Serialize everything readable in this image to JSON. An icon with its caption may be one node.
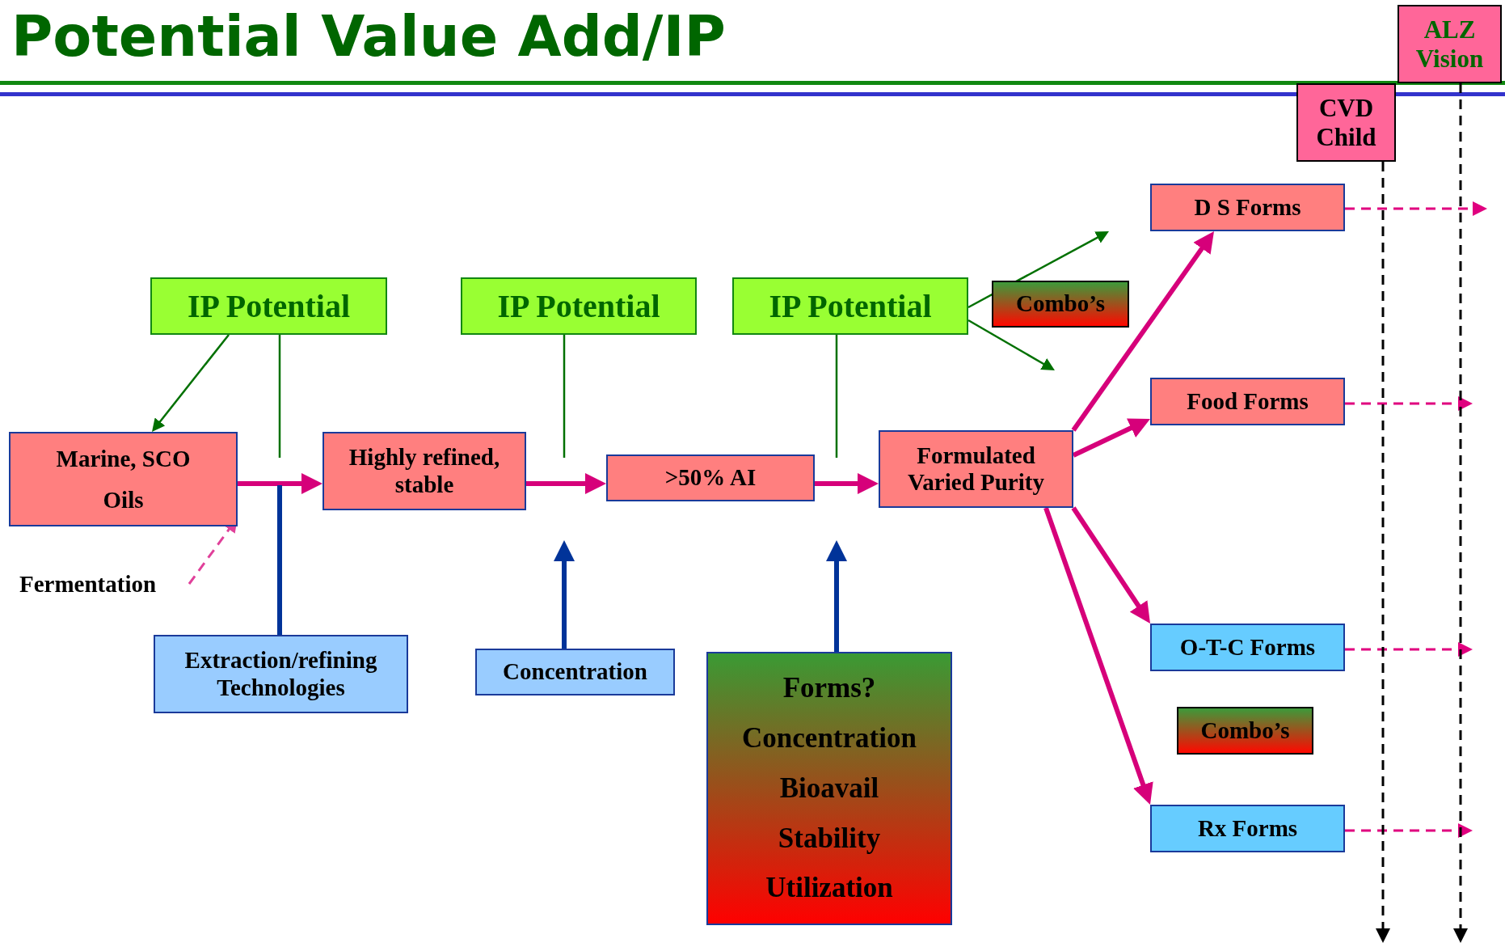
{
  "diagram": {
    "title": "Potential Value Add/IP",
    "nodes": [
      {
        "text": [
          "IP Potential"
        ]
      },
      {
        "text": [
          "IP Potential"
        ]
      },
      {
        "text": [
          "IP Potential"
        ]
      },
      {
        "text": [
          "Combo’s"
        ]
      },
      {
        "text": [
          "Marine, SCO Oils"
        ]
      },
      {
        "text": [
          "Highly refined, stable"
        ]
      },
      {
        "text": [
          ">50% AI"
        ]
      },
      {
        "text": [
          "Formulated Varied Purity"
        ]
      },
      {
        "text": [
          "Fermentation"
        ]
      },
      {
        "text": [
          "Extraction/refining Technologies"
        ]
      },
      {
        "text": [
          "Concentration"
        ]
      },
      {
        "text": [
          "Forms?",
          "Concentration",
          "Bioavail",
          "Stability",
          "Utilization"
        ]
      },
      {
        "text": [
          "D S Forms"
        ]
      },
      {
        "text": [
          "Food Forms"
        ]
      },
      {
        "text": [
          "O-T-C Forms"
        ]
      },
      {
        "text": [
          "Combo’s"
        ]
      },
      {
        "text": [
          "Rx Forms"
        ]
      },
      {
        "text": [
          "CVD Child"
        ]
      },
      {
        "text": [
          "ALZ Vision"
        ]
      }
    ],
    "edges": [
      {
        "from": 0,
        "to": 4,
        "arrow": "to",
        "color": "#007000"
      },
      {
        "from": 0,
        "to": null,
        "arrow": "none",
        "color": "#007000"
      },
      {
        "from": 4,
        "to": 5,
        "arrow": "to",
        "style": "thick",
        "color": "#d6007a"
      },
      {
        "from": 9,
        "to": null,
        "arrow": "none",
        "style": "thick",
        "color": "#003399"
      },
      {
        "from": 8,
        "to": 4,
        "arrow": "to",
        "style": "dashed",
        "color": "#e0409a"
      },
      {
        "from": 1,
        "to": null,
        "arrow": "none",
        "color": "#007000"
      },
      {
        "from": 5,
        "to": 6,
        "arrow": "to",
        "style": "thick",
        "color": "#d6007a"
      },
      {
        "from": 10,
        "to": null,
        "arrow": "to",
        "style": "thick",
        "color": "#003399"
      },
      {
        "from": 2,
        "to": null,
        "arrow": "none",
        "color": "#007000"
      },
      {
        "from": 6,
        "to": 7,
        "arrow": "to",
        "style": "thick",
        "color": "#d6007a"
      },
      {
        "from": 11,
        "to": null,
        "arrow": "to",
        "style": "thick",
        "color": "#003399"
      },
      {
        "from": 2,
        "to": null,
        "arrow": "to",
        "color": "#007000"
      },
      {
        "from": 2,
        "to": null,
        "arrow": "to",
        "color": "#007000"
      },
      {
        "from": 7,
        "to": 12,
        "arrow": "to",
        "style": "thick",
        "color": "#d6007a"
      },
      {
        "from": 7,
        "to": 13,
        "arrow": "to",
        "style": "thick",
        "color": "#d6007a"
      },
      {
        "from": 7,
        "to": 14,
        "arrow": "to",
        "style": "thick",
        "color": "#d6007a"
      },
      {
        "from": 7,
        "to": 16,
        "arrow": "to",
        "style": "thick",
        "color": "#d6007a"
      },
      {
        "from": 12,
        "to": null,
        "arrow": "to",
        "style": "dashed",
        "color": "#e0007f"
      },
      {
        "from": 13,
        "to": null,
        "arrow": "to",
        "style": "dashed",
        "color": "#e0007f"
      },
      {
        "from": 14,
        "to": null,
        "arrow": "to",
        "style": "dashed",
        "color": "#e0007f"
      },
      {
        "from": 16,
        "to": null,
        "arrow": "to",
        "style": "dashed",
        "color": "#e0007f"
      },
      {
        "from": 17,
        "to": null,
        "arrow": "to",
        "style": "dashed",
        "color": "#000000"
      },
      {
        "from": 18,
        "to": null,
        "arrow": "to",
        "style": "dashed",
        "color": "#000000"
      }
    ]
  }
}
